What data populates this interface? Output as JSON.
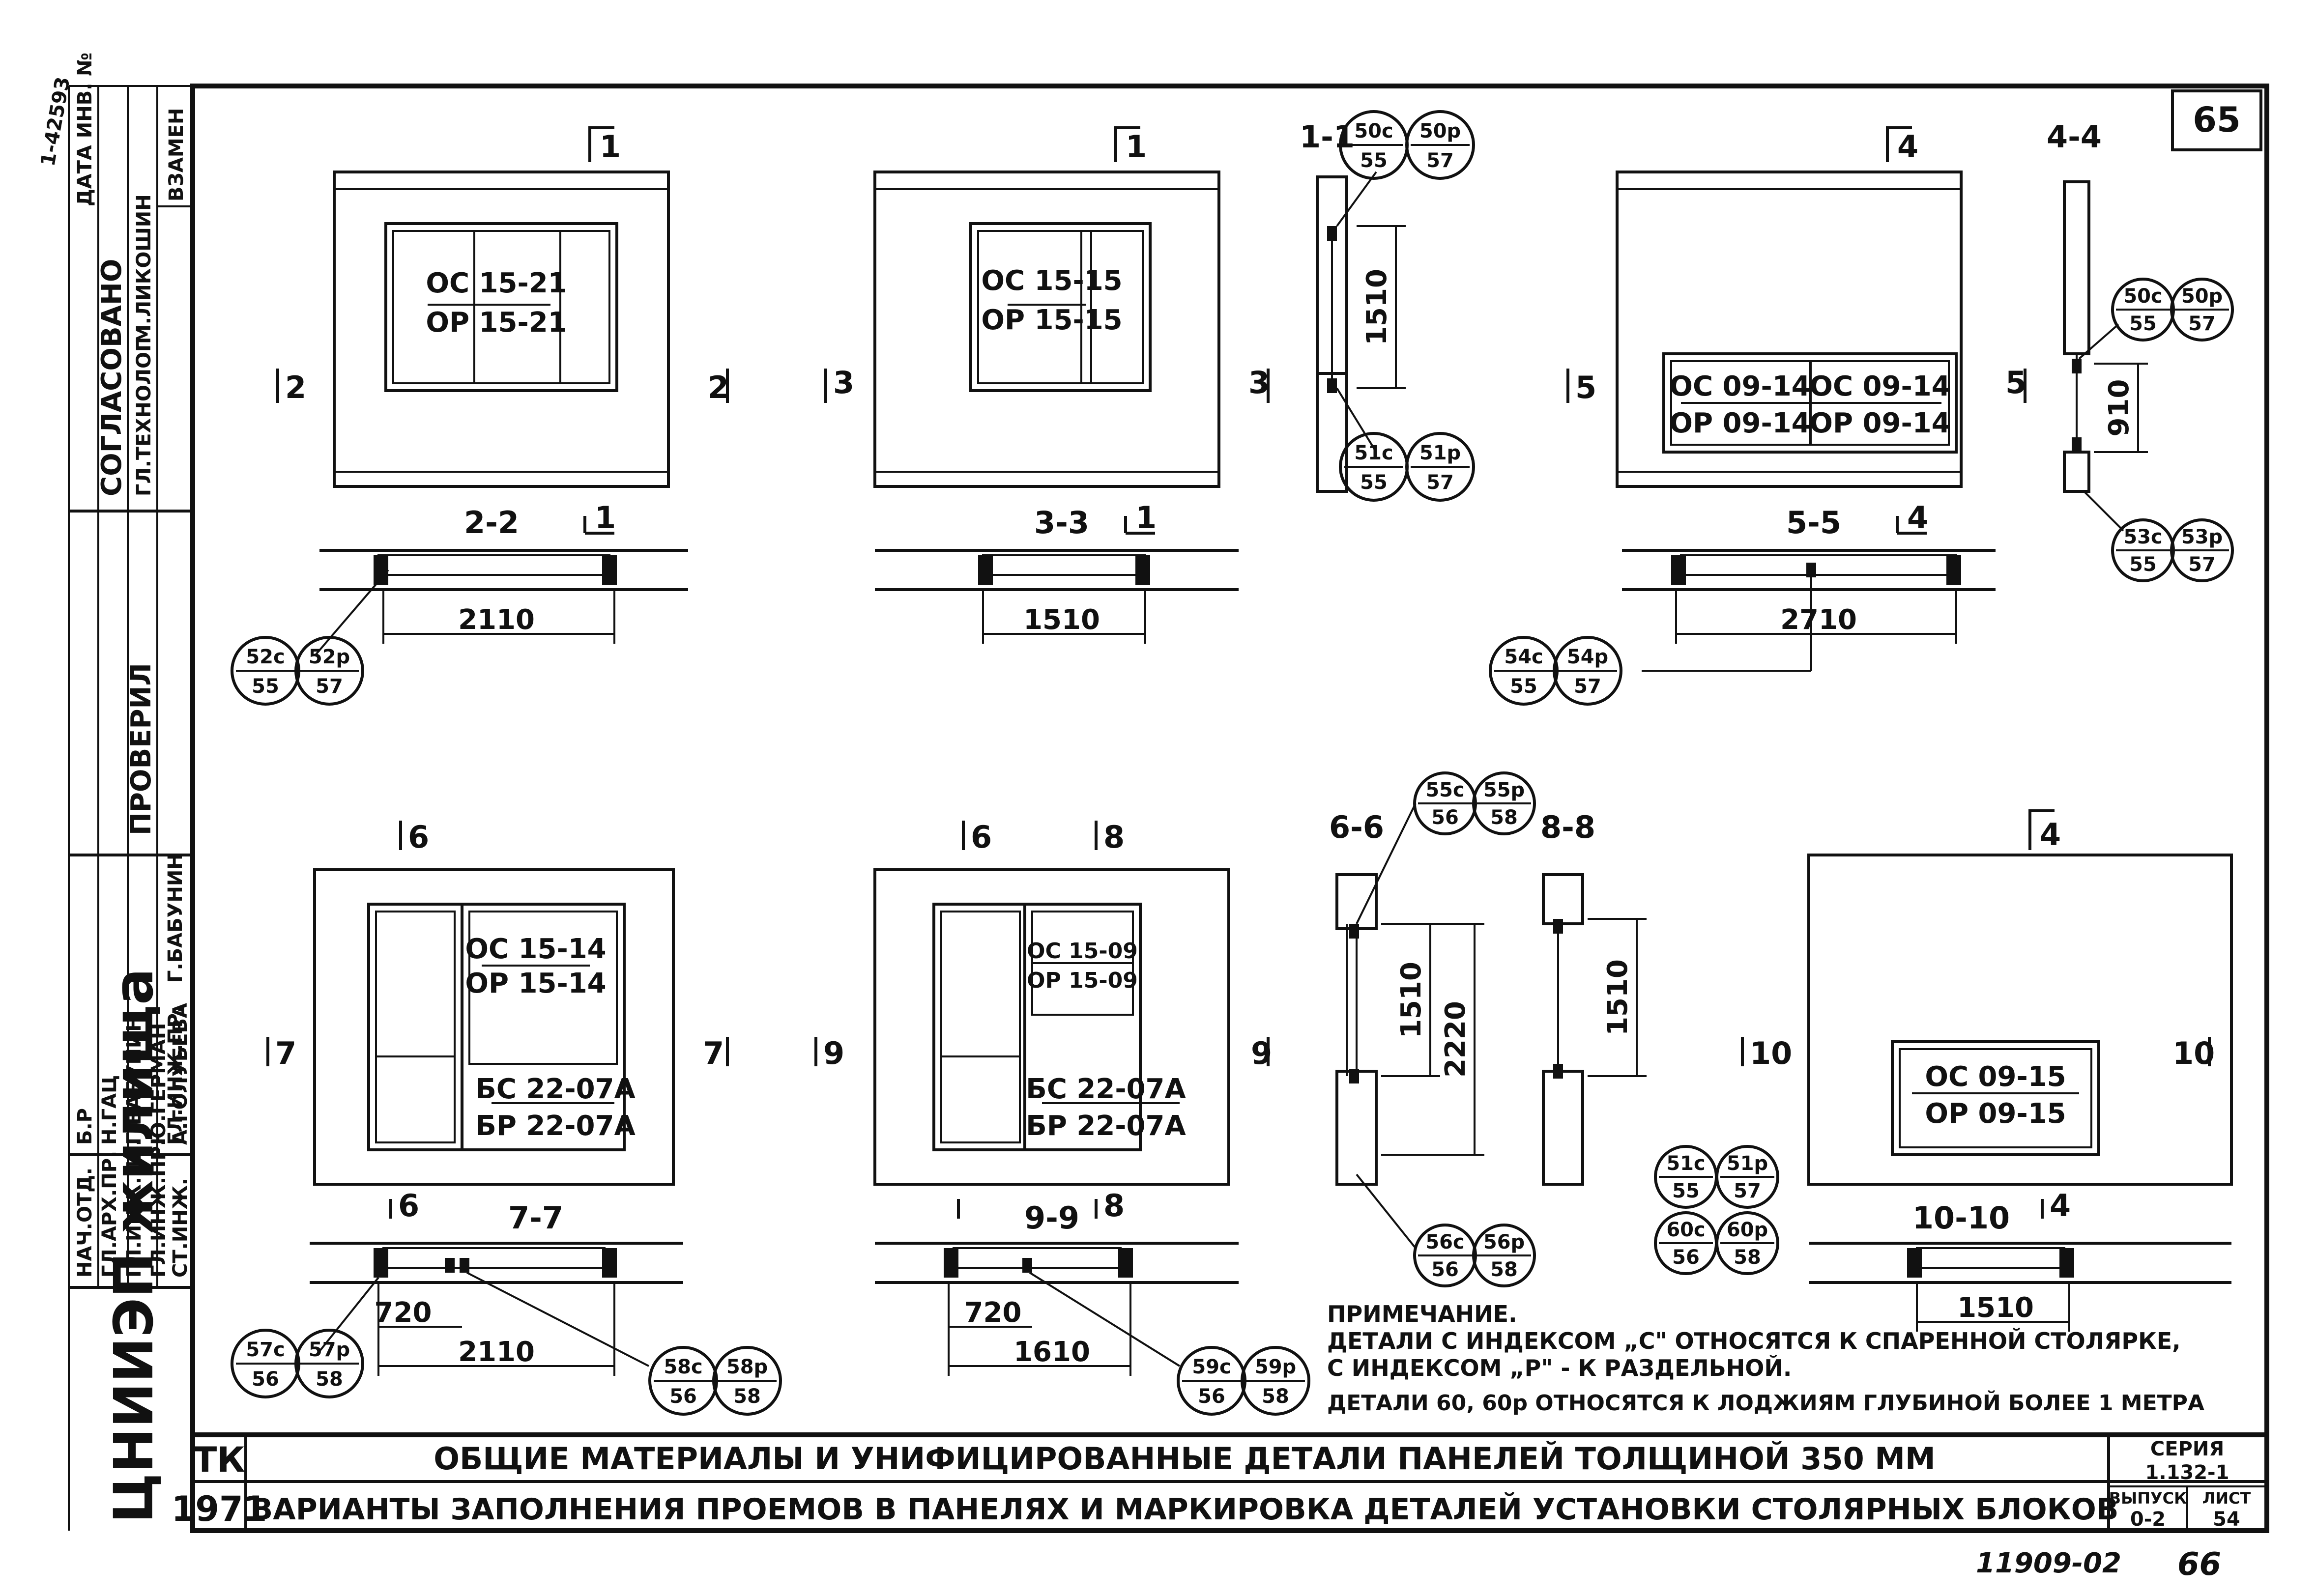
{
  "page_number": "65",
  "footer_number": "66",
  "archive_number": "11909-02",
  "corner_stamp": "1-42593",
  "side_label": "ЦНИИЭП жилища",
  "stamp": {
    "vzamen": "ВЗАМЕН",
    "date_inv": "ДАТА ИНВ. №",
    "soglasovano": "СОГЛАСОВАНО",
    "soglasovano_role": "ГЛ.ТЕХНОЛОГ",
    "soglasovano_name": "М.ЛИКОШИН",
    "soglasovano_sig": "",
    "proveril": "ПРОВЕРИЛ",
    "rows": [
      {
        "role": "НАЧ.ОТД.",
        "name": "Б.Р"
      },
      {
        "role": "ГЛ.АРХ.ПР.",
        "name": "Н.ГАЦ"
      },
      {
        "role": "ГЛ.ИНЖ.ПР.",
        "name": "Г.БАБУНИН"
      },
      {
        "role": "ГЛ.ИНЖ.ПР.",
        "name": "Ю.ГЕРМАН"
      },
      {
        "role": "СТ.ИНЖ.",
        "name": "А.ГОЛУБЕВА"
      }
    ],
    "proveril_rows": [
      {
        "role": "ГЛ.ИНЖ.ПР.",
        "name": "Г.БАБУНИН"
      },
      {
        "role": "ГЛ.ИНЖ.ПР.",
        "name": "Г.БАБУНИН"
      }
    ]
  },
  "title_block": {
    "tk": "ТК",
    "year": "1971",
    "title1": "ОБЩИЕ МАТЕРИАЛЫ И УНИФИЦИРОВАННЫЕ ДЕТАЛИ ПАНЕЛЕЙ ТОЛЩИНОЙ 350 ММ",
    "title2": "ВАРИАНТЫ ЗАПОЛНЕНИЯ ПРОЕМОВ В ПАНЕЛЯХ И МАРКИРОВКА ДЕТАЛЕЙ УСТАНОВКИ СТОЛЯРНЫХ БЛОКОВ",
    "seriya_label": "СЕРИЯ",
    "seriya_value": "1.132-1",
    "vypusk_label": "ВЫПУСК",
    "vypusk_value": "0-2",
    "list_label": "ЛИСТ",
    "list_value": "54"
  },
  "note": {
    "title": "ПРИМЕЧАНИЕ.",
    "line1": "ДЕТАЛИ С ИНДЕКСОМ „С\" ОТНОСЯТСЯ К СПАРЕННОЙ СТОЛЯРКЕ,",
    "line2": "С ИНДЕКСОМ „Р\" - К РАЗДЕЛЬНОЙ.",
    "line3": "ДЕТАЛИ 60, 60р ОТНОСЯТСЯ К ЛОДЖИЯМ ГЛУБИНОЙ БОЛЕЕ 1 МЕТРА"
  },
  "windows": {
    "p1": {
      "top": "ОС 15-21",
      "bottom": "ОР 15-21"
    },
    "p2": {
      "top": "ОС 15-15",
      "bottom": "ОР 15-15"
    },
    "p3a": {
      "top": "ОС 09-14",
      "bottom": "ОР 09-14"
    },
    "p3b": {
      "top": "ОС 09-14",
      "bottom": "ОР 09-14"
    },
    "p4": {
      "top": "ОС 15-14",
      "bottom": "ОР 15-14",
      "door_top": "БС 22-07А",
      "door_bottom": "БР 22-07А"
    },
    "p5": {
      "top": "ОС 15-09",
      "bottom": "ОР 15-09",
      "door_top": "БС 22-07А",
      "door_bottom": "БР 22-07А"
    },
    "p6": {
      "top": "ОС 09-15",
      "bottom": "ОР 09-15"
    }
  },
  "section_titles": {
    "s22": "2-2",
    "s33": "3-3",
    "s55": "5-5",
    "s77": "7-7",
    "s99": "9-9",
    "s1010": "10-10",
    "s11": "1-1",
    "s44": "4-4",
    "s66": "6-6",
    "s88": "8-8"
  },
  "cut_marks": {
    "m1a": "1",
    "m1b": "1",
    "m1c": "1",
    "m1d": "1",
    "m2l": "2",
    "m2r": "2",
    "m3l": "3",
    "m3r": "3",
    "m4a": "4",
    "m4b": "4",
    "m4c": "4",
    "m4d": "4",
    "m5l": "5",
    "m5r": "5",
    "m6a": "6",
    "m6b": "6",
    "m6c": "6",
    "m7l": "7",
    "m7r": "7",
    "m8a": "8",
    "m8b": "8",
    "m9l": "9",
    "m9r": "9",
    "m10l": "10",
    "m10r": "10"
  },
  "dims": {
    "d2110a": "2110",
    "d1510a": "1510",
    "d2710": "2710",
    "d1510b": "1510",
    "d910": "910",
    "d720a": "720",
    "d2110b": "2110",
    "d720b": "720",
    "d1610": "1610",
    "d1510c": "1510",
    "d1510d": "1510",
    "d2220": "2220",
    "d1510e": "1510"
  },
  "badges": {
    "b1": {
      "top": "50с",
      "bottom": "55"
    },
    "b2": {
      "top": "50р",
      "bottom": "57"
    },
    "b3": {
      "top": "51с",
      "bottom": "55"
    },
    "b4": {
      "top": "51р",
      "bottom": "57"
    },
    "b5": {
      "top": "52с",
      "bottom": "55"
    },
    "b6": {
      "top": "52р",
      "bottom": "57"
    },
    "b7": {
      "top": "50с",
      "bottom": "55"
    },
    "b8": {
      "top": "50р",
      "bottom": "57"
    },
    "b9": {
      "top": "53с",
      "bottom": "55"
    },
    "b10": {
      "top": "53р",
      "bottom": "57"
    },
    "b11": {
      "top": "54с",
      "bottom": "55"
    },
    "b12": {
      "top": "54р",
      "bottom": "57"
    },
    "b13": {
      "top": "55с",
      "bottom": "56"
    },
    "b14": {
      "top": "55р",
      "bottom": "58"
    },
    "b15": {
      "top": "56с",
      "bottom": "56"
    },
    "b16": {
      "top": "56р",
      "bottom": "58"
    },
    "b17": {
      "top": "51с",
      "bottom": "55"
    },
    "b18": {
      "top": "51р",
      "bottom": "57"
    },
    "b19": {
      "top": "60с",
      "bottom": "56"
    },
    "b20": {
      "top": "60р",
      "bottom": "58"
    },
    "b21": {
      "top": "57с",
      "bottom": "56"
    },
    "b22": {
      "top": "57р",
      "bottom": "58"
    },
    "b23": {
      "top": "58с",
      "bottom": "56"
    },
    "b24": {
      "top": "58р",
      "bottom": "58"
    },
    "b25": {
      "top": "59с",
      "bottom": "56"
    },
    "b26": {
      "top": "59р",
      "bottom": "58"
    }
  }
}
